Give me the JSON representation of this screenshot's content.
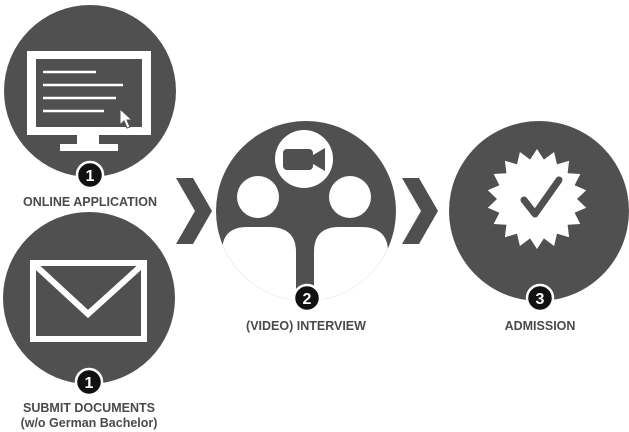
{
  "colors": {
    "circle": "#505050",
    "foreground": "#ffffff",
    "badge": "#111111",
    "chevron": "#4f4f4f",
    "label_text": "#4a4a4a"
  },
  "steps": {
    "online_application": {
      "number": "1",
      "label": "ONLINE APPLICATION",
      "icon": "computer-monitor-icon"
    },
    "submit_documents": {
      "number": "1",
      "label_line1": "SUBMIT DOCUMENTS",
      "label_line2": "(w/o German Bachelor)",
      "icon": "envelope-icon"
    },
    "interview": {
      "number": "2",
      "label": "(VIDEO) INTERVIEW",
      "icon": "video-interview-icon"
    },
    "admission": {
      "number": "3",
      "label": "ADMISSION",
      "icon": "approval-seal-icon"
    }
  },
  "connectors": [
    "chevron-right-icon",
    "chevron-right-icon"
  ]
}
